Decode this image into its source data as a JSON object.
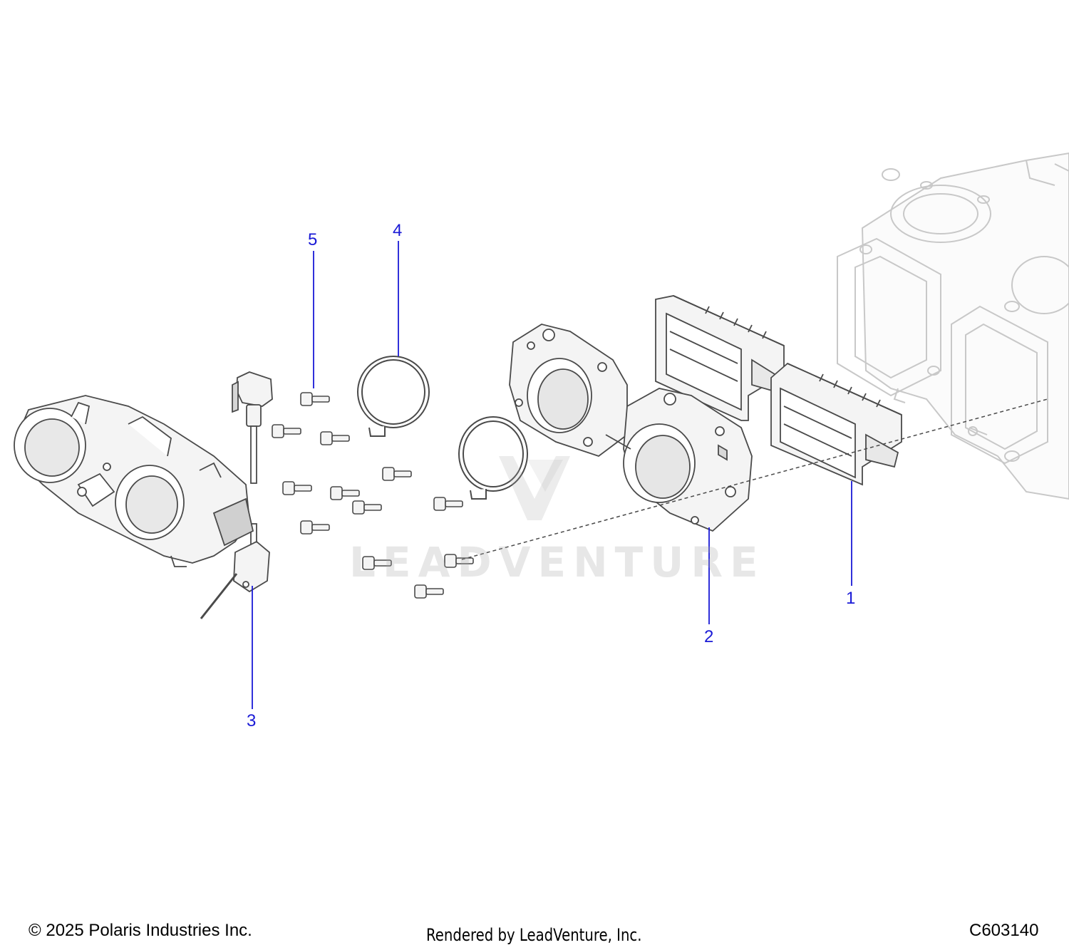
{
  "diagram": {
    "callouts": [
      {
        "id": "1",
        "label": "1"
      },
      {
        "id": "2",
        "label": "2"
      },
      {
        "id": "3",
        "label": "3"
      },
      {
        "id": "4",
        "label": "4"
      },
      {
        "id": "5",
        "label": "5"
      }
    ],
    "watermark": "LEADVENTURE",
    "colors": {
      "line_art": "#4a4a4a",
      "part_fill": "#f4f4f4",
      "engine_line": "#c8c8c8",
      "callout": "#1a1ad6"
    }
  },
  "footer": {
    "copyright": "© 2025 Polaris Industries Inc.",
    "rendered_by": "Rendered by LeadVenture, Inc.",
    "part_code": "C603140"
  }
}
